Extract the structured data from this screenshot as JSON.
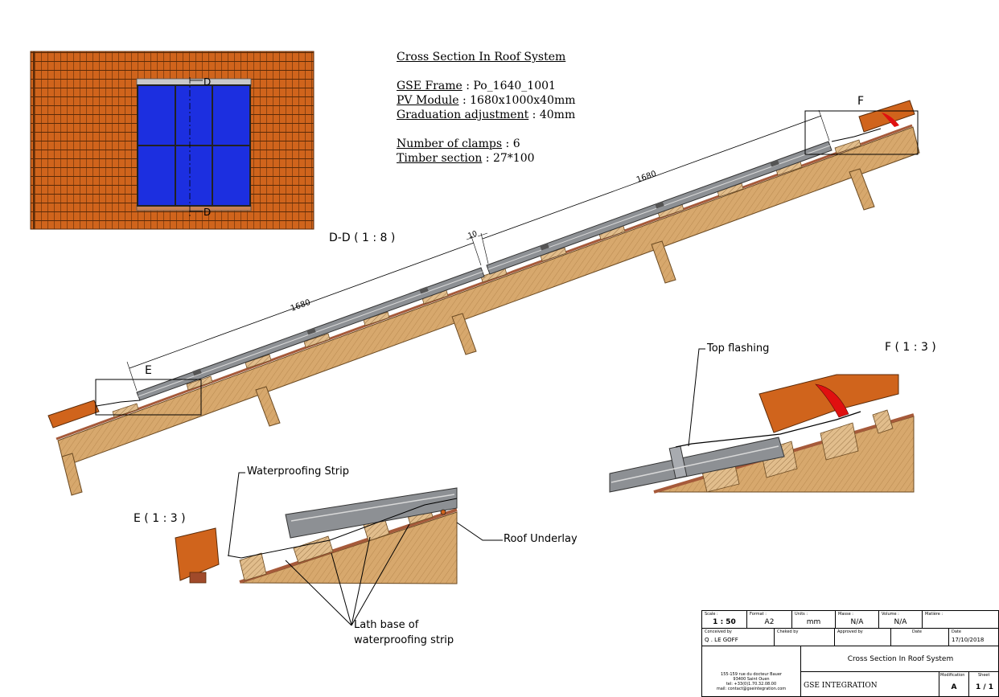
{
  "spec": {
    "title": "Cross Section In Roof System",
    "lines": [
      {
        "label": "GSE Frame",
        "sep": " : ",
        "value": "Po_1640_1001"
      },
      {
        "label": "PV Module",
        "sep": " : ",
        "value": "1680x1000x40mm"
      },
      {
        "label": "Graduation adjustment",
        "sep": " : ",
        "value": "40mm"
      },
      {
        "label": "Number of clamps",
        "sep": " : ",
        "value": "6"
      },
      {
        "label": "Timber section",
        "sep": " : ",
        "value": "27*100"
      }
    ]
  },
  "plan": {
    "section_marker_top": "D",
    "section_marker_bottom": "D"
  },
  "main_section": {
    "label": "D-D ( 1 : 8 )",
    "dim_lower": "1680",
    "dim_upper": "1680",
    "dim_gap": "10",
    "detail_e": "E",
    "detail_f": "F"
  },
  "detail_e": {
    "label": "E ( 1 : 3 )",
    "callout_waterproofing": "Waterproofing Strip",
    "callout_underlay": "Roof Underlay",
    "callout_lath_1": "Lath base of",
    "callout_lath_2": "waterproofing strip"
  },
  "detail_f": {
    "label": "F ( 1 : 3 )",
    "callout_flashing": "Top flashing"
  },
  "title_block": {
    "scale_label": "Scale :",
    "scale": "1 : 50",
    "format_label": "Format :",
    "format": "A2",
    "units_label": "Units :",
    "units": "mm",
    "masse_label": "Masse :",
    "masse": "N/A",
    "volume_label": "Volume :",
    "volume": "N/A",
    "matiere_label": "Matière :",
    "conceived_label": "Conceived by",
    "conceived": "Q . LE GOFF",
    "checked_label": "Cheked by",
    "approved_label": "Approved by",
    "date1_label": "Date",
    "date2_label": "Date",
    "date": "17/10/2018",
    "drawing_title": "Cross Section In Roof System",
    "addr1": "155-159 rue du docteur Bauer",
    "addr2": "93400 Saint Ouen",
    "addr3": "tel: +33(0)1.70.32.08.00",
    "addr4": "mail: contact@gseintegration.com",
    "company": "GSE INTEGRATION",
    "modification_label": "Modification",
    "modification": "A",
    "sheet_label": "Sheet",
    "sheet": "1 / 1"
  },
  "colors": {
    "tile": "#d0641c",
    "tile_line": "#5a2a08",
    "timber": "#d7a86d",
    "timber_dark": "#b98a50",
    "underlay": "#a65a3a",
    "pv_blue": "#1c2fe0",
    "frame_grey": "#8d9094",
    "flashing_red": "#e01010"
  }
}
